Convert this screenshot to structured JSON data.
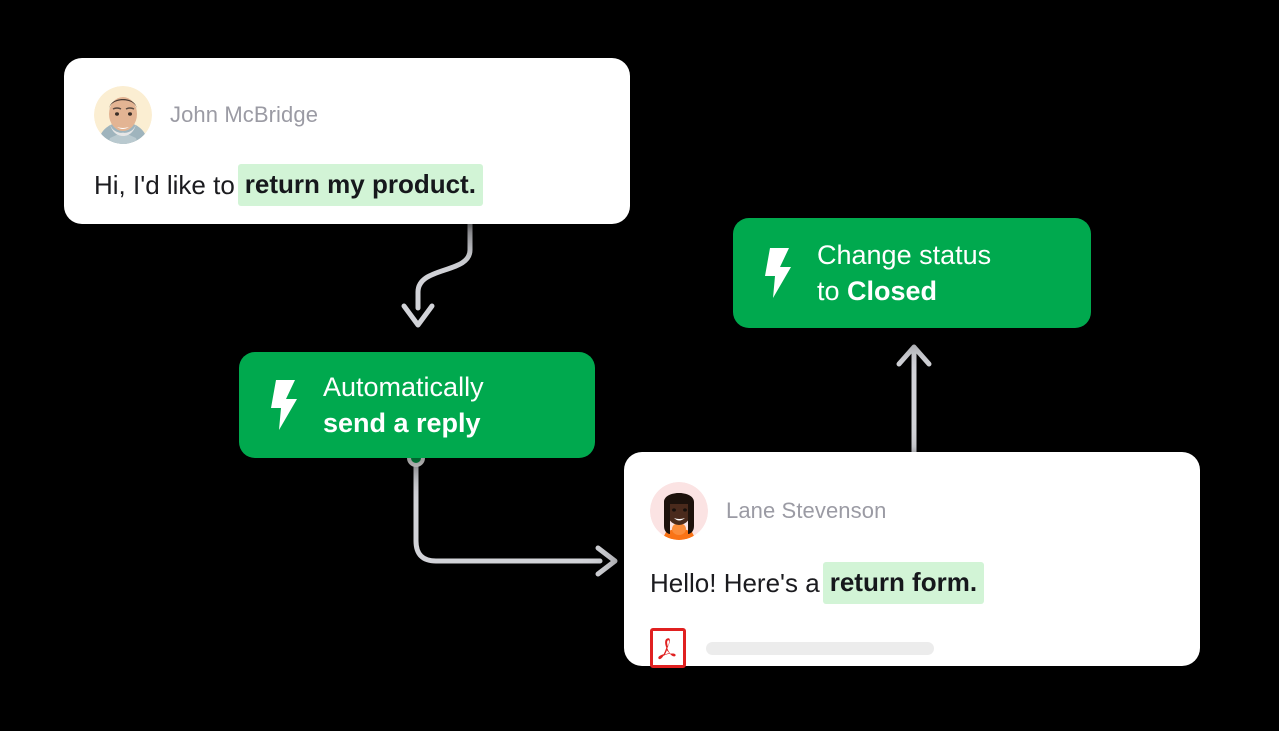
{
  "background_color": "#000000",
  "accent_green": "#00a94e",
  "highlight_green": "#d2f4d6",
  "connector_gray": "#d2d3d8",
  "pdf_red": "#e02020",
  "messages": [
    {
      "id": "inbound",
      "sender": "John McBridge",
      "avatar_icon": "avatar-photo-man",
      "text_plain": "Hi, I'd like to ",
      "text_highlighted": "return my product.",
      "has_attachment": false
    },
    {
      "id": "outbound",
      "sender": "Lane Stevenson",
      "avatar_icon": "avatar-photo-woman",
      "text_plain": "Hello! Here's a ",
      "text_highlighted": "return form.",
      "has_attachment": true,
      "attachment": {
        "icon": "pdf-file-icon",
        "filename_placeholder": ""
      }
    }
  ],
  "actions": [
    {
      "id": "auto-reply",
      "icon": "lightning-bolt-icon",
      "line1": "Automatically",
      "line2": "send a reply",
      "line2_bold": true
    },
    {
      "id": "change-status",
      "icon": "lightning-bolt-icon",
      "line1": "Change status",
      "line2_prefix": "to ",
      "line2_bold_word": "Closed"
    }
  ],
  "connectors": [
    {
      "id": "inbound-to-reply",
      "type": "s-curve-arrow",
      "from": "inbound-message",
      "to": "auto-reply-action",
      "has_origin_dot": true,
      "origin_dot_style": "filled-green"
    },
    {
      "id": "reply-to-outbound",
      "type": "elbow-arrow",
      "from": "auto-reply-action",
      "to": "outbound-message",
      "has_origin_dot": true,
      "origin_dot_style": "hollow-white"
    },
    {
      "id": "outbound-to-status",
      "type": "straight-arrow-up",
      "from": "outbound-message",
      "to": "change-status-action",
      "has_origin_dot": false
    }
  ]
}
